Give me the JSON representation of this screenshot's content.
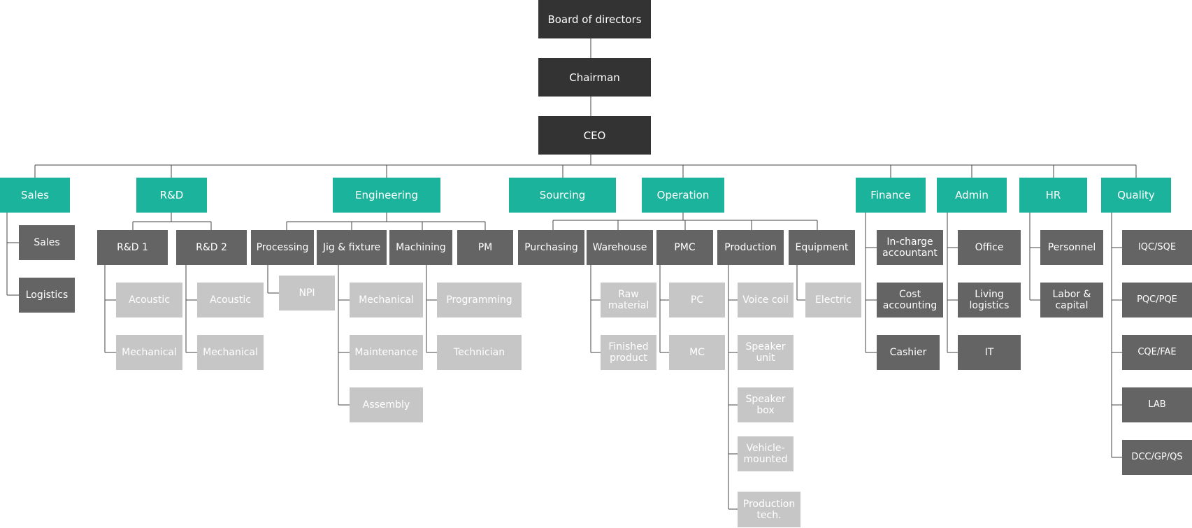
{
  "colors": {
    "black": "#333333",
    "teal": "#1bb39b",
    "dark": "#646464",
    "light": "#c6c6c6",
    "line": "#444444"
  },
  "nodes": {
    "board": "Board of directors",
    "chairman": "Chairman",
    "ceo": "CEO",
    "sales": "Sales",
    "sales_sales": "Sales",
    "logistics": "Logistics",
    "rd": "R&D",
    "rd1": "R&D 1",
    "rd2": "R&D 2",
    "rd1_acoustic": "Acoustic",
    "rd1_mechanical": "Mechanical",
    "rd2_acoustic": "Acoustic",
    "rd2_mechanical": "Mechanical",
    "engineering": "Engineering",
    "processing": "Processing",
    "jig": "Jig & fixture",
    "machining": "Machining",
    "pm": "PM",
    "npi": "NPI",
    "jig_mechanical": "Mechanical",
    "jig_maintenance": "Maintenance",
    "jig_assembly": "Assembly",
    "programming": "Programming",
    "technician": "Technician",
    "sourcing": "Sourcing",
    "operation": "Operation",
    "purchasing": "Purchasing",
    "warehouse": "Warehouse",
    "pmc": "PMC",
    "production": "Production",
    "equipment": "Equipment",
    "raw_material": "Raw material",
    "finished_product": "Finished product",
    "pc": "PC",
    "mc": "MC",
    "voice_coil": "Voice coil",
    "speaker_unit": "Speaker unit",
    "speaker_box": "Speaker box",
    "vehicle_mounted": "Vehicle-mounted",
    "production_tech": "Production tech.",
    "electric": "Electric",
    "finance": "Finance",
    "incharge": "In-charge accountant",
    "cost_accounting": "Cost accounting",
    "cashier": "Cashier",
    "admin": "Admin",
    "office": "Office",
    "living_logistics": "Living logistics",
    "it": "IT",
    "hr": "HR",
    "personnel": "Personnel",
    "labor_capital": "Labor & capital",
    "quality": "Quality",
    "iqc": "IQC/SQE",
    "pqc": "PQC/PQE",
    "cqe": "CQE/FAE",
    "lab": "LAB",
    "dcc": "DCC/GP/QS"
  }
}
